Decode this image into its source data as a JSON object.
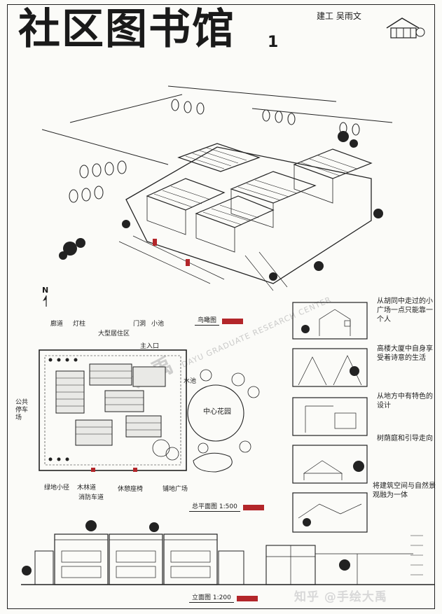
{
  "title": "社区图书馆",
  "title_number": "1",
  "author": "建工 吴雨文",
  "north_label": "N",
  "watermark": {
    "brand": "大禹",
    "text": "DAYU GRADUATE RESEARCH CENTER",
    "corner": "知乎 @手绘大禹"
  },
  "drawings": {
    "aerial_view": "鸟瞰图",
    "site_plan": "总平面图 1:500",
    "elevation": "立面图 1:200"
  },
  "plan_labels": {
    "corridor": "廊道",
    "lamp": "灯柱",
    "residential": "大型居住区",
    "gate": "门洞",
    "pond": "小池",
    "main_entrance": "主入口",
    "public_parking": "公共停车场",
    "pool": "水池",
    "central_garden": "中心花园",
    "green_path": "绿地小径",
    "woodland_path": "木林道",
    "fire_road": "消防车道",
    "leisure_seats": "休憩座椅",
    "paved_square": "铺地广场"
  },
  "annotations": [
    "从胡同中走过的小广场一点只能靠一个人",
    "高楼大厦中自身享受着诗意的生活",
    "从地方中有特色的设计",
    "树荫庭和引导走向",
    "将建筑空间与自然景观融为一体"
  ]
}
